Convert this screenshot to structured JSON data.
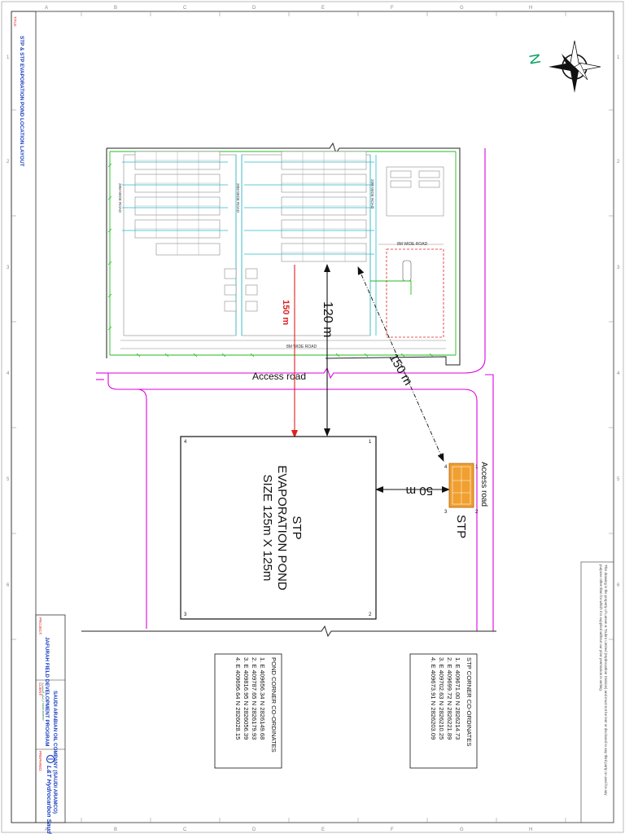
{
  "title_block": {
    "title_label": "TITLE:",
    "title": "STP & STP EVAPORATION POND LOCATION LAYOUT",
    "project_label": "PROJECT:",
    "project": "JAFURAH FIELD DEVELOPMENT PROGRAM",
    "client_label": "CLIENT:",
    "client": "SAUDI ARABIAN OIL COMPANY (SAUDI ARAMCO)",
    "client_logo_text": "أرامكو السعودية saudi aramco",
    "contractor_label": "PREPARED:",
    "contractor": "L&T Hydrocarbon Saudi Company"
  },
  "disclaimer": "This drawing is the property of Larsen & Toubro Limited (Hydrocarbon Division) and must not be lent or disclosed to any third party or used for any purpose other than for which it is supplied without our prior permission in writing.",
  "grid_numbers": [
    "1",
    "2",
    "3",
    "4",
    "5",
    "6"
  ],
  "grid_letters": [
    "A",
    "B",
    "C",
    "D",
    "E",
    "F",
    "G",
    "H"
  ],
  "north": "N",
  "roads": {
    "access_road_top": "Access road",
    "access_road_right": "Access road",
    "road_8m_bottom": "8M WIDE ROAD",
    "road_8m_right": "8M WIDE ROAD",
    "road_20m": [
      "20M WIDE ROAD",
      "20M WIDE ROAD",
      "20M WIDE ROAD"
    ]
  },
  "dimensions": {
    "d150_red": "150 m",
    "d120": "120 m",
    "d150_diag": "150 m",
    "d50": "50 m"
  },
  "pond": {
    "line1": "STP",
    "line2": "EVAPORATION POND",
    "line3": "SIZE 125m X 125m",
    "corners": [
      "1",
      "2",
      "3",
      "4"
    ]
  },
  "stp": {
    "label": "STP",
    "corners": [
      "1",
      "2",
      "3",
      "4"
    ]
  },
  "pond_coords": {
    "title": "POND CORNER CO-ORDINATES",
    "rows": [
      "1. E 409656.34   N 2826149.68",
      "2. E 409787.65   N 2826179.93",
      "3. E 409816.95   N 2826056.39",
      "4. E 409696.64   N 2826028.15"
    ]
  },
  "stp_coords": {
    "title": "STP CORNER CO-ORDINATES",
    "rows": [
      "1. E 409671.00   N 2826214.73",
      "2. E 409699.72   N 2826221.89",
      "3. E 409702.63   N 2826210.25",
      "4. E 409673.91   N 2826203.09"
    ]
  },
  "colors": {
    "line": "#222222",
    "road": "#e000e0",
    "fence": "#22bb22",
    "red": "#e02020",
    "cyan": "#22bbcc",
    "stp_fill": "#f0a030",
    "north_green": "#00a060"
  }
}
